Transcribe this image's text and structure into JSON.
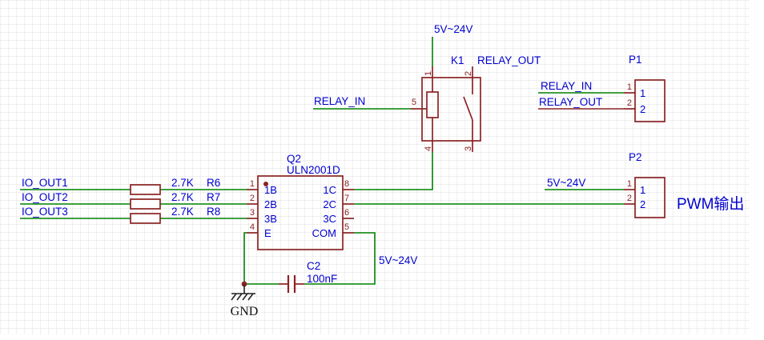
{
  "colors": {
    "wire": "#008000",
    "symbol": "#8b2323",
    "label_blue": "#0000d0",
    "text_dark": "#111111",
    "grid": "#e0e0e0",
    "background": "#ffffff"
  },
  "nets": {
    "supply": "5V~24V",
    "relay_in": "RELAY_IN",
    "relay_out": "RELAY_OUT",
    "io1": "IO_OUT1",
    "io2": "IO_OUT2",
    "io3": "IO_OUT3",
    "gnd": "GND",
    "pwm_note": "PWM输出"
  },
  "relay": {
    "designator": "K1",
    "pins": [
      "1",
      "2",
      "3",
      "4",
      "5"
    ]
  },
  "ic": {
    "designator": "Q2",
    "part": "ULN2001D",
    "left": [
      {
        "num": "1",
        "name": "1B"
      },
      {
        "num": "2",
        "name": "2B"
      },
      {
        "num": "3",
        "name": "3B"
      },
      {
        "num": "4",
        "name": "E"
      }
    ],
    "right": [
      {
        "num": "8",
        "name": "1C"
      },
      {
        "num": "7",
        "name": "2C"
      },
      {
        "num": "6",
        "name": "3C"
      },
      {
        "num": "5",
        "name": "COM"
      }
    ]
  },
  "resistors": [
    {
      "value": "2.7K",
      "name": "R6"
    },
    {
      "value": "2.7K",
      "name": "R7"
    },
    {
      "value": "2.7K",
      "name": "R8"
    }
  ],
  "capacitor": {
    "designator": "C2",
    "value": "100nF"
  },
  "connectors": {
    "p1": {
      "designator": "P1",
      "pin_numbers": [
        "1",
        "2"
      ]
    },
    "p2": {
      "designator": "P2",
      "pin_numbers": [
        "1",
        "2"
      ]
    }
  }
}
